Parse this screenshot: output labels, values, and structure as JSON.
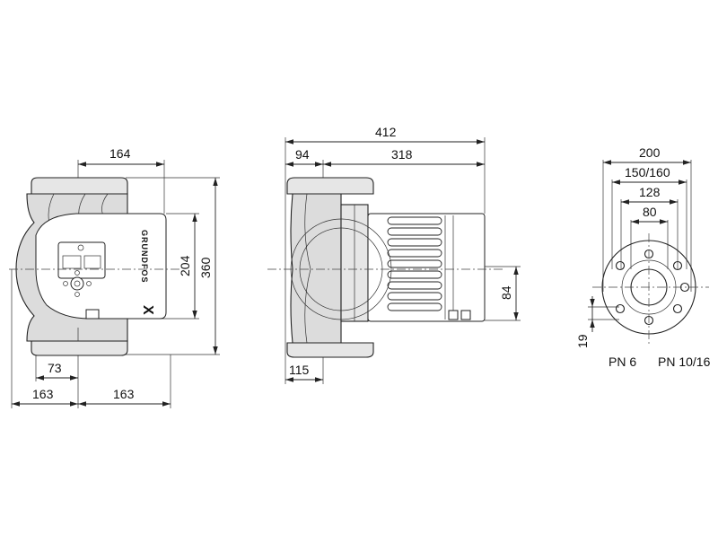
{
  "dimensions": {
    "front_width_164": "164",
    "front_height_204": "204",
    "front_height_360": "360",
    "front_offset_73": "73",
    "front_left_163": "163",
    "front_right_163": "163",
    "side_total_412": "412",
    "side_left_94": "94",
    "side_right_318": "318",
    "side_height_84": "84",
    "side_bottom_115": "115",
    "flange_outer_200": "200",
    "flange_bolt_150_160": "150/160",
    "flange_128": "128",
    "flange_bore_80": "80",
    "flange_hole_19": "19"
  },
  "labels": {
    "pn6": "PN 6",
    "pn10_16": "PN 10/16"
  },
  "brand": {
    "logo_text": "GRUNDFOS",
    "logo_mark": "X"
  }
}
